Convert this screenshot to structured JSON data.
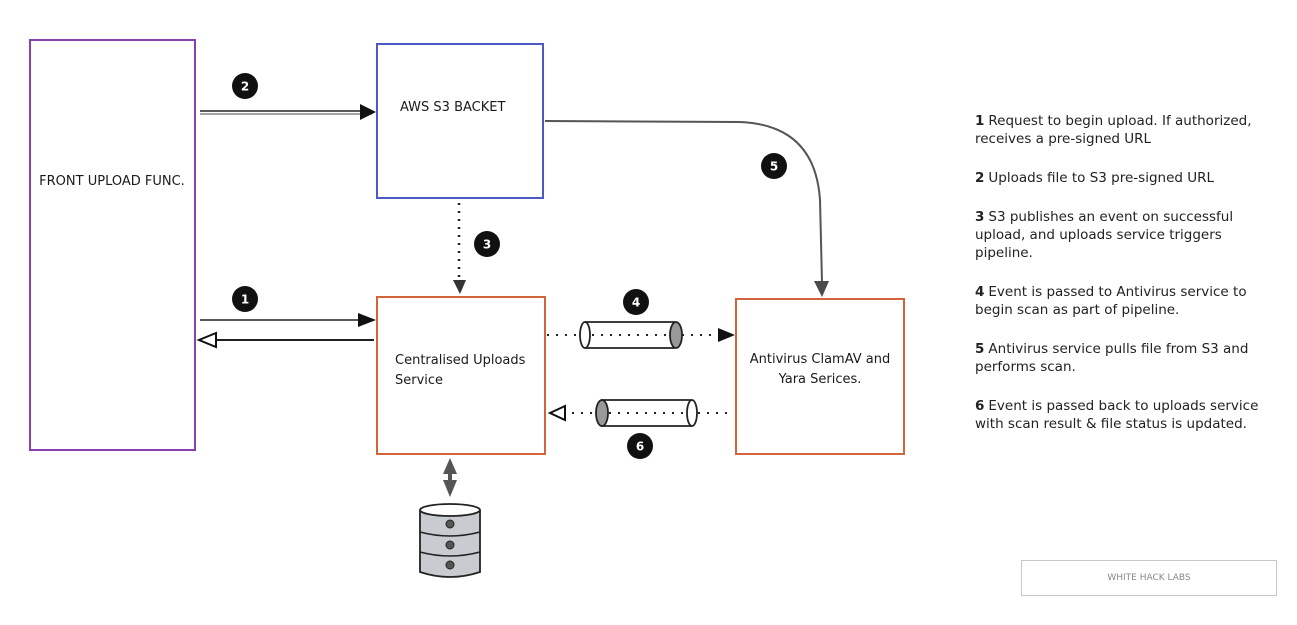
{
  "nodes": {
    "front": {
      "label": "FRONT UPLOAD FUNC.",
      "color": "#8a3fb0"
    },
    "s3": {
      "label": "AWS S3 BACKET",
      "color": "#4a5bc4"
    },
    "uploads": {
      "label_lines": [
        "Centralised Uploads",
        "Service"
      ],
      "color": "#d2643a"
    },
    "antivirus": {
      "label_lines": [
        "Antivirus ClamAV and",
        "Yara Serices."
      ],
      "color": "#d2643a"
    }
  },
  "badges": [
    "1",
    "2",
    "3",
    "4",
    "5",
    "6"
  ],
  "legend": [
    {
      "num": "1",
      "text": "Request to begin upload. If authorized, receives a pre-signed URL"
    },
    {
      "num": "2",
      "text": "Uploads file to S3 pre-signed URL"
    },
    {
      "num": "3",
      "text": "S3 publishes an event on successful upload, and uploads service triggers pipeline."
    },
    {
      "num": "4",
      "text": "Event is passed to Antivirus service to begin scan as part of pipeline."
    },
    {
      "num": "5",
      "text": "Antivirus service pulls file from S3 and performs scan."
    },
    {
      "num": "6",
      "text": "Event is passed back to uploads service with scan result & file status is updated."
    }
  ],
  "footer": {
    "label": "WHITE HACK LABS"
  }
}
